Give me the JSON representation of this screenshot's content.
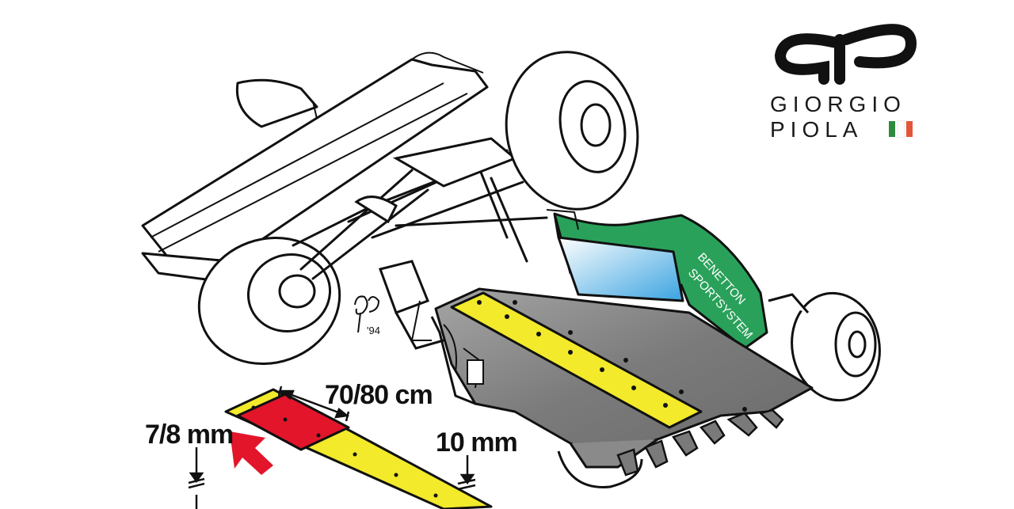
{
  "branding": {
    "line1": "GIORGIO",
    "line2": "PIOLA",
    "flag_colors": [
      "#2e8b3e",
      "#ffffff",
      "#e2553a"
    ]
  },
  "car": {
    "sidepod_text_line1": "BENETTON",
    "sidepod_text_line2": "SPORTSYSTEM",
    "signature_year": "'94",
    "livery_color": "#2aa15a",
    "floor_color": "#7d7d7d",
    "plank_color": "#f2ea2a"
  },
  "dimensions": {
    "plank_length": "70/80 cm",
    "front_thickness": "7/8 mm",
    "rear_thickness": "10 mm"
  },
  "plank_detail": {
    "highlight_color": "#e3152b",
    "arrow_color": "#e3152b",
    "plank_color": "#f2ea2a"
  }
}
